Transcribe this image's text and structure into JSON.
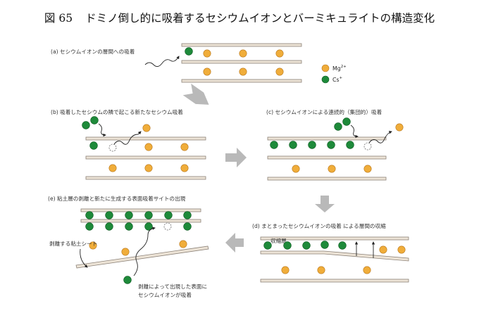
{
  "title": {
    "number": "図 65",
    "text": "ドミノ倒し的に吸着するセシウムイオンとバーミキュライトの構造変化"
  },
  "legend": {
    "mg_label": "Mg",
    "mg_sup": "2+",
    "cs_label": "Cs",
    "cs_sup": "+",
    "mg_color": "#f0ad3a",
    "cs_color": "#1e8a3a"
  },
  "panels": {
    "a": {
      "label": "(a) セシウムイオンの層間への吸着"
    },
    "b": {
      "label": "(b) 吸着したセシウムの隣で起こる新たなセシウム吸着"
    },
    "c": {
      "label": "(c) セシウムイオンによる連続的（集団的）吸着"
    },
    "d": {
      "label": "(d) まとまったセシウムイオンの吸着 による層間の収縮",
      "inner_label": "収縮層"
    },
    "e": {
      "label": "(e) 粘土層の剥離と新たに生成する表面吸着サイトの出現",
      "sheet_label": "剥離する粘土シート",
      "new_site_line1": "剥離によって出現した表面に",
      "new_site_line2": "セシウムイオンが吸着"
    }
  }
}
